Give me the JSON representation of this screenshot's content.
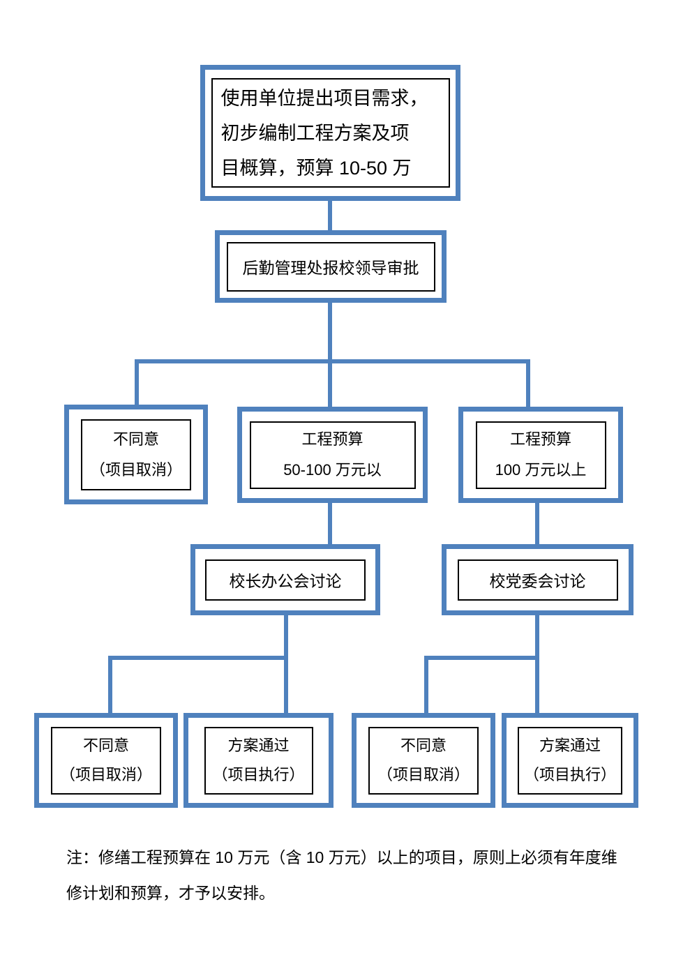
{
  "diagram": {
    "type": "flowchart",
    "colors": {
      "accent_blue": "#4F81BD",
      "inner_border": "#000000",
      "background": "#ffffff",
      "text": "#000000"
    },
    "nodes": {
      "demand": {
        "lines": [
          "使用单位提出项目需求，",
          "初步编制工程方案及项",
          "目概算，预算 10-50 万"
        ]
      },
      "approval": {
        "lines": [
          "后勤管理处报校领导审批"
        ]
      },
      "disagree_top": {
        "lines": [
          "不同意",
          "（项目取消）"
        ]
      },
      "budget_mid": {
        "lines": [
          "工程预算",
          "50-100 万元以"
        ]
      },
      "budget_high": {
        "lines": [
          "工程预算",
          "100 万元以上"
        ]
      },
      "principal_meeting": {
        "lines": [
          "校长办公会讨论"
        ]
      },
      "party_committee": {
        "lines": [
          "校党委会讨论"
        ]
      },
      "reject_a": {
        "lines": [
          "不同意",
          "（项目取消）"
        ]
      },
      "pass_a": {
        "lines": [
          "方案通过",
          "（项目执行）"
        ]
      },
      "reject_b": {
        "lines": [
          "不同意",
          "（项目取消）"
        ]
      },
      "pass_b": {
        "lines": [
          "方案通过",
          "（项目执行）"
        ]
      }
    },
    "note": {
      "lines": [
        "注：修缮工程预算在 10 万元（含 10 万元）以上的项目，原则上必须有年度维",
        "修计划和预算，才予以安排。"
      ]
    }
  }
}
